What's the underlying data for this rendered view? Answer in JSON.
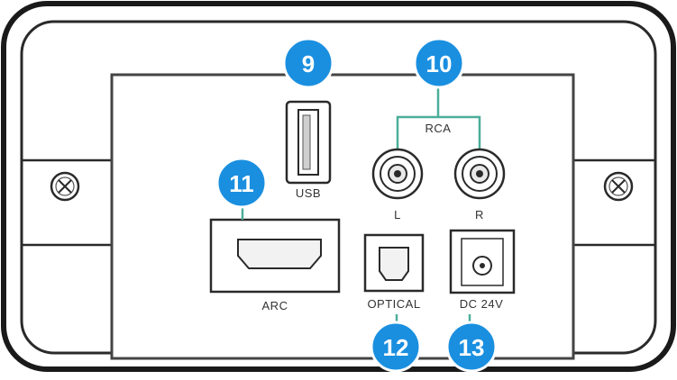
{
  "colors": {
    "frame": "#1a1a1a",
    "panel": "#444444",
    "inset": "#f7f7f7",
    "badge_fill": "#1a8fe0",
    "badge_stroke": "#ffffff",
    "callout_line": "#4cae9a"
  },
  "ports": {
    "usb": {
      "label": "USB"
    },
    "rca": {
      "group_label": "RCA",
      "left_label": "L",
      "right_label": "R"
    },
    "arc": {
      "label": "ARC"
    },
    "optical": {
      "label": "OPTICAL"
    },
    "dc": {
      "label": "DC 24V"
    }
  },
  "callouts": {
    "usb": "9",
    "rca": "10",
    "arc": "11",
    "optical": "12",
    "dc": "13"
  },
  "icons": {
    "left_screw": "screw-icon",
    "right_screw": "screw-icon"
  }
}
